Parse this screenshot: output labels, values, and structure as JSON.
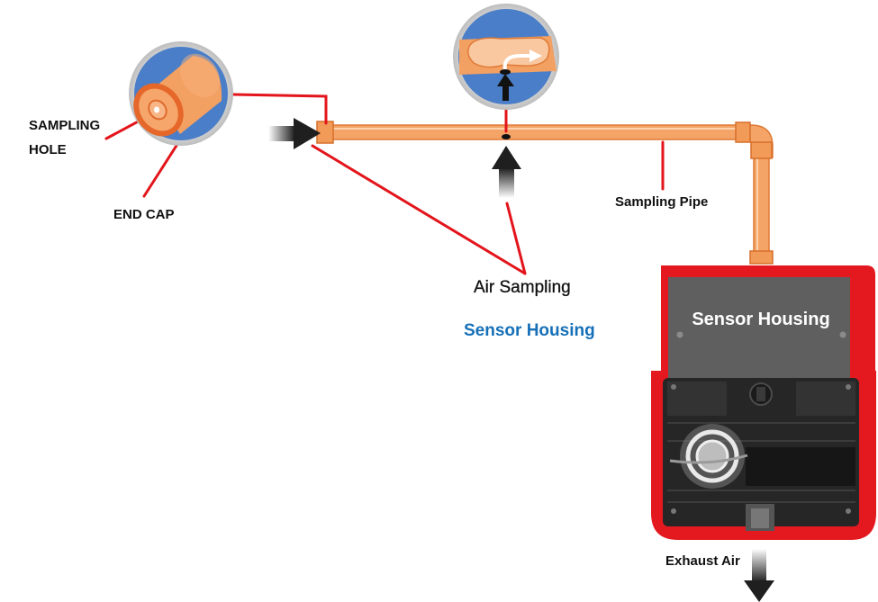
{
  "labels": {
    "sampling_hole": "SAMPLING HOLE",
    "end_cap": "END CAP",
    "sampling_pipe": "Sampling Pipe",
    "air_sampling": "Air Sampling",
    "sensor_housing_caption": "Sensor Housing",
    "sensor_housing_unit": "Sensor Housing",
    "exhaust_air": "Exhaust Air"
  },
  "colors": {
    "pipe": "#f5a468",
    "pipe_edge": "#e07a36",
    "leader": "#e3141b",
    "housing_outline": "#e3191f",
    "housing_top": "#5f5f5f",
    "housing_body": "#262626",
    "inset_circle": "#4a7ec8",
    "caption_blue": "#1670b8"
  }
}
